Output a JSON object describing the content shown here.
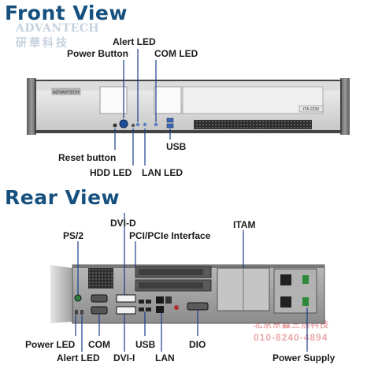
{
  "headings": {
    "front": "Front View",
    "rear": "Rear View"
  },
  "watermarks": {
    "brand": "ADVANTECH",
    "brand_cn": "研華科技",
    "dealer_cn": "北京东鑫三热科技",
    "dealer_phone": "010-8240-4894"
  },
  "front_labels": {
    "alert_led": "Alert LED",
    "power_button": "Power Button",
    "com_led": "COM LED",
    "reset_button": "Reset button",
    "hdd_led": "HDD LED",
    "lan_led": "LAN LED",
    "usb": "USB"
  },
  "rear_labels": {
    "dvi_d": "DVI-D",
    "ps2": "PS/2",
    "pci_pcie_interface": "PCI/PCIe Interface",
    "itam": "ITAM",
    "power_led": "Power LED",
    "com": "COM",
    "alert_led": "Alert LED",
    "dvi_i": "DVI-I",
    "usb": "USB",
    "lan": "LAN",
    "dio": "DIO",
    "power_supply": "Power Supply"
  },
  "chassis": {
    "front_brand": "ADVANTECH",
    "front_model": "ITA-2230"
  }
}
